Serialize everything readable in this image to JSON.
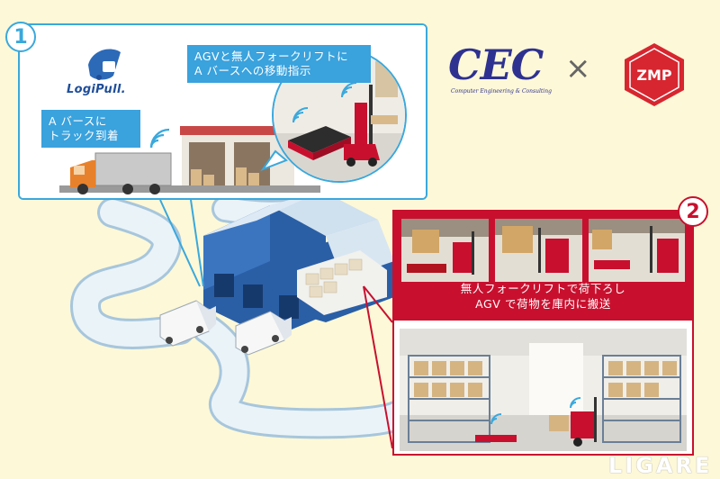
{
  "marker_1": "1",
  "marker_2": "2",
  "logipull_logo_text": "LogiPull.",
  "callout_arrival": [
    "A バースに",
    "トラック到着"
  ],
  "callout_instruction": [
    "AGVと無人フォークリフトに",
    "A バースへの移動指示"
  ],
  "cec_logo_text": "CEC",
  "cec_logo_subtitle": "Computer Engineering & Consulting",
  "times_symbol": "×",
  "zmp_logo_text": "ZMP",
  "caption_unloading": [
    "無人フォークリフトで荷下ろし",
    "AGV で荷物を庫内に搬送"
  ],
  "watermark": "LIGARE",
  "colors": {
    "background": "#fdf8d7",
    "blue": "#3aa8dc",
    "red": "#c8102e",
    "road": "#e3eef6",
    "road_edge": "#a7c6dc",
    "warehouse": "#2a5fa6",
    "cec_purple": "#2e3190"
  }
}
